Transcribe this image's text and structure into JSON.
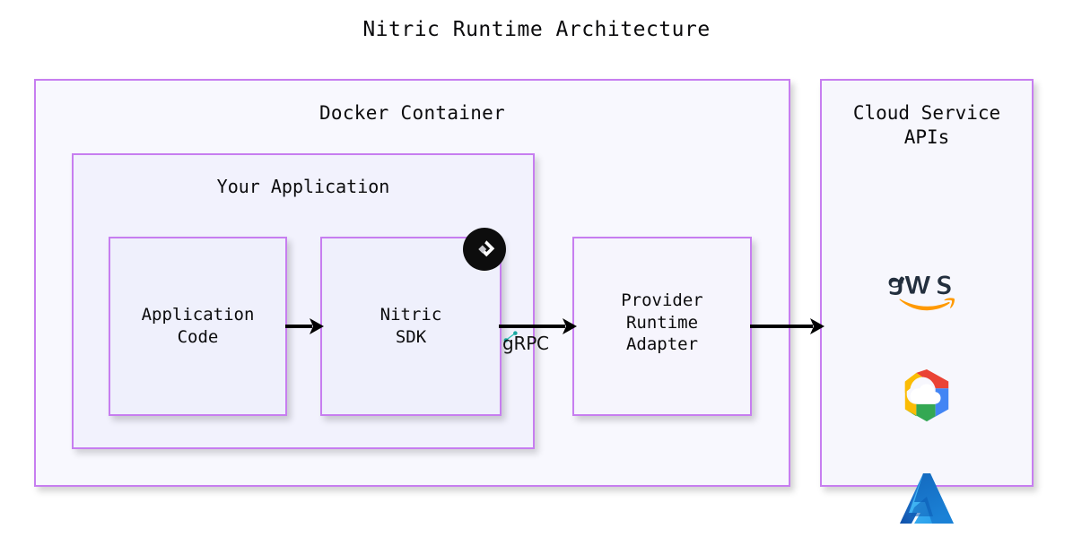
{
  "diagram": {
    "title": "Nitric Runtime Architecture",
    "type": "architecture-flow",
    "colors": {
      "border_purple": "#c77ef0",
      "box_fill": "#f3f3fd",
      "arrow_black": "#000000",
      "badge_black": "#0d0d0d",
      "grpc_teal": "#2bbfb3",
      "aws_navy": "#232f3e",
      "aws_orange": "#ff9900",
      "azure_blue": "#0078d4",
      "gcp_red": "#ea4335",
      "gcp_yellow": "#fbbc05",
      "gcp_green": "#34a853",
      "gcp_blue": "#4285f4"
    }
  },
  "containers": {
    "docker": {
      "label": "Docker Container",
      "name": "docker-container"
    },
    "your_application": {
      "label": "Your Application",
      "name": "your-application"
    },
    "cloud_service_apis": {
      "label": "Cloud Service\nAPIs",
      "name": "cloud-service-apis"
    }
  },
  "nodes": [
    {
      "id": "application-code",
      "label": "Application\nCode",
      "parent": "your-application"
    },
    {
      "id": "nitric-sdk",
      "label": "Nitric\nSDK",
      "parent": "your-application",
      "badge": "nitric-logo"
    },
    {
      "id": "provider-runtime-adapter",
      "label": "Provider\nRuntime\nAdapter",
      "parent": "docker-container"
    }
  ],
  "edges": [
    {
      "id": "arrow-code-to-sdk",
      "from": "application-code",
      "to": "nitric-sdk",
      "label": ""
    },
    {
      "id": "arrow-sdk-to-adapter",
      "from": "nitric-sdk",
      "to": "provider-runtime-adapter",
      "label": "gRPC"
    },
    {
      "id": "arrow-adapter-to-cloud",
      "from": "provider-runtime-adapter",
      "to": "cloud-service-apis",
      "label": ""
    }
  ],
  "cloud_logos": [
    {
      "id": "logo-aws",
      "name": "aws-logo",
      "alt": "aws"
    },
    {
      "id": "logo-gcp",
      "name": "google-cloud-logo",
      "alt": "Google Cloud"
    },
    {
      "id": "logo-azure",
      "name": "azure-logo",
      "alt": "Microsoft Azure"
    }
  ]
}
